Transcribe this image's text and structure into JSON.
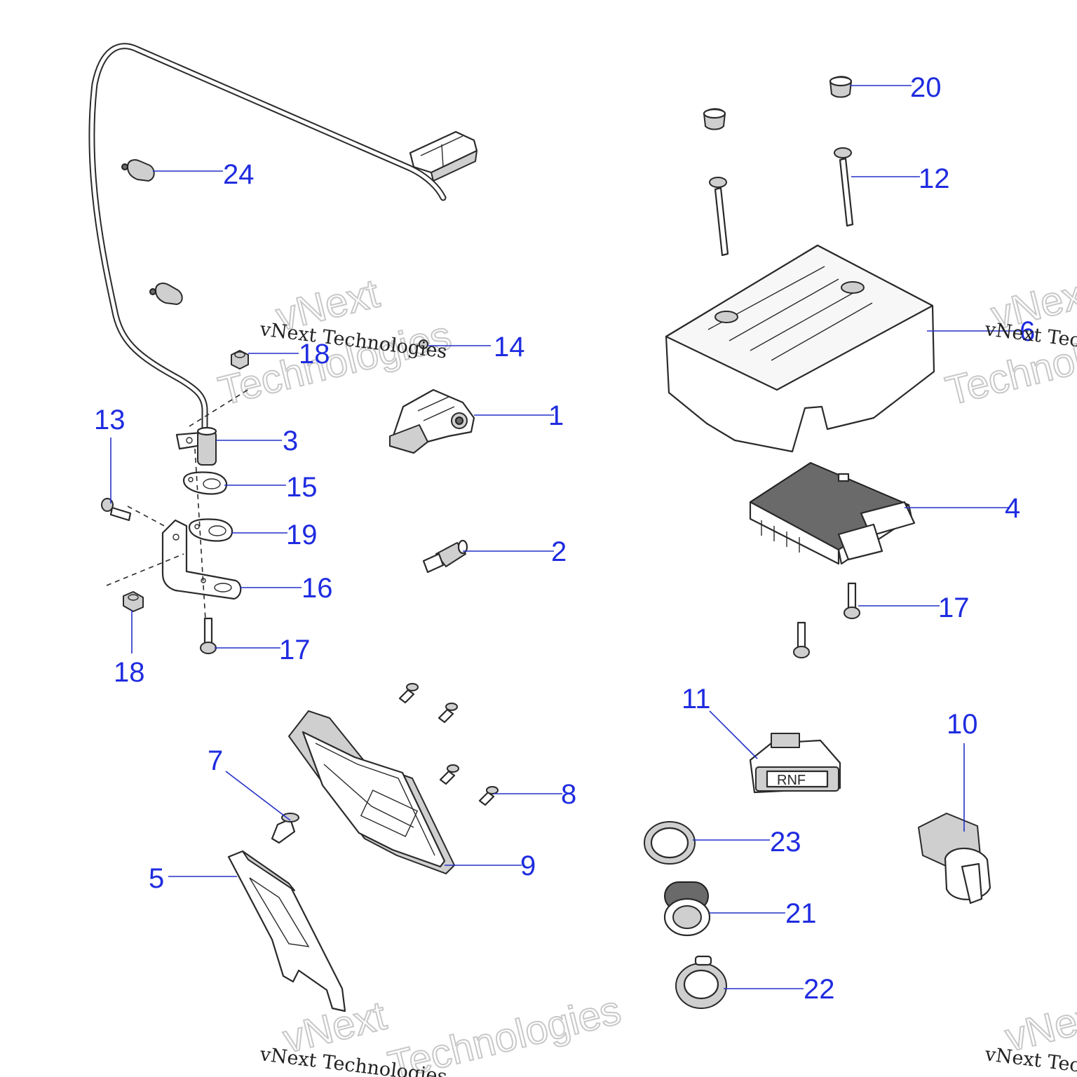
{
  "watermark": {
    "brand": "vNext",
    "word": "Technologies",
    "line": "vNext Technologies"
  },
  "colors": {
    "label": "#1f2ce0",
    "leader": "#2430c8",
    "line_art": "#2a2a2a",
    "background": "#ffffff"
  },
  "parts": {
    "p1": "1",
    "p2": "2",
    "p3": "3",
    "p4": "4",
    "p5": "5",
    "p6": "6",
    "p7": "7",
    "p8": "8",
    "p9": "9",
    "p10": "10",
    "p11": "11",
    "p12": "12",
    "p13": "13",
    "p14": "14",
    "p15": "15",
    "p16": "16",
    "p17": "17",
    "p18": "18",
    "p19": "19",
    "p20": "20",
    "p21": "21",
    "p22": "22",
    "p23": "23",
    "p24": "24"
  },
  "shifter_switch": {
    "positions": "RNF"
  }
}
